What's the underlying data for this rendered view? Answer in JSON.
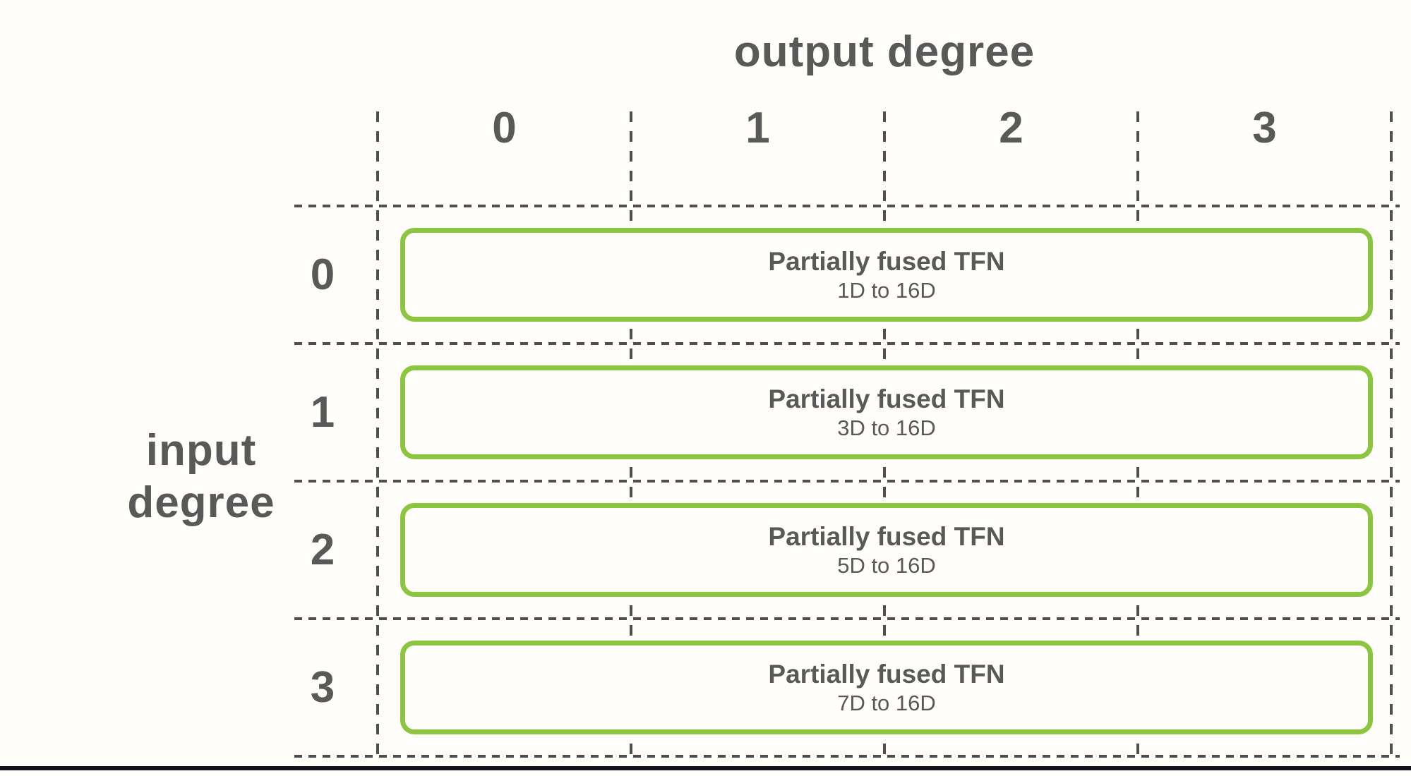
{
  "figure": {
    "column_axis_title": "output degree",
    "row_axis_title_line1": "input",
    "row_axis_title_line2": "degree",
    "column_ticks": [
      "0",
      "1",
      "2",
      "3"
    ],
    "row_ticks": [
      "0",
      "1",
      "2",
      "3"
    ],
    "cells": [
      {
        "input_degree": "0",
        "title": "Partially fused TFN",
        "subtitle": "1D to 16D"
      },
      {
        "input_degree": "1",
        "title": "Partially fused TFN",
        "subtitle": "3D to 16D"
      },
      {
        "input_degree": "2",
        "title": "Partially fused TFN",
        "subtitle": "5D to 16D"
      },
      {
        "input_degree": "3",
        "title": "Partially fused TFN",
        "subtitle": "7D to 16D"
      }
    ]
  },
  "colors": {
    "text": "#595959",
    "grid_line": "#4F4F4F",
    "box_border": "#8CC63F",
    "bottom_bar": "#12121A",
    "background": "#FFFEFA"
  }
}
